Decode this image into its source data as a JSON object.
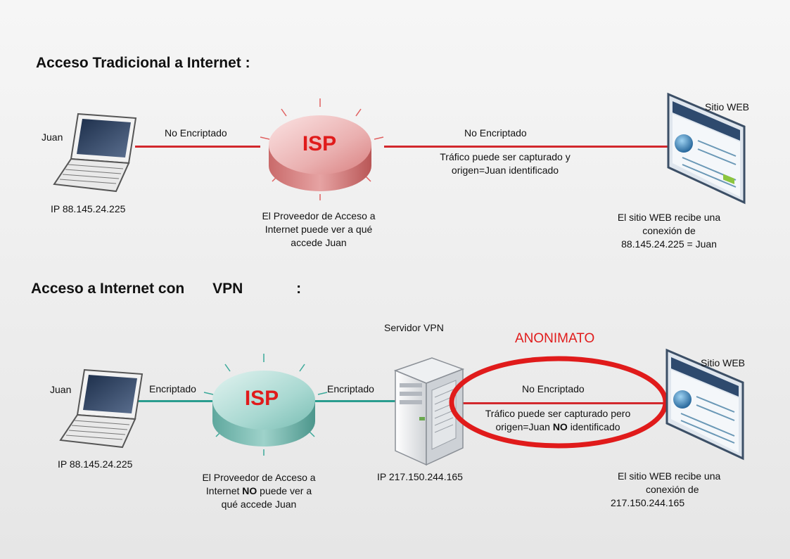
{
  "traditional": {
    "heading": "Acceso Tradicional a Internet :",
    "user_name": "Juan",
    "user_ip": "IP 88.145.24.225",
    "link1_label": "No Encriptado",
    "isp_label": "ISP",
    "isp_caption": [
      "El Proveedor de Acceso a",
      "Internet puede ver a qué",
      "accede Juan"
    ],
    "link2_label": "No Encriptado",
    "link2_note": [
      "Tráfico puede ser capturado y",
      "origen=Juan identificado"
    ],
    "web_label": "Sitio WEB",
    "web_caption": [
      "El sitio WEB recibe una",
      "conexión de",
      "88.145.24.225 = Juan"
    ]
  },
  "vpn": {
    "heading_part1": "Acceso a Internet con",
    "heading_part2": "VPN",
    "heading_part3": ":",
    "user_name": "Juan",
    "user_ip": "IP 88.145.24.225",
    "link1_label": "Encriptado",
    "isp_label": "ISP",
    "isp_caption_line1": "El Proveedor de Acceso a",
    "isp_caption_line2_a": "Internet ",
    "isp_caption_line2_b": "NO",
    "isp_caption_line2_c": " puede ver a",
    "isp_caption_line3": "qué accede Juan",
    "link2_label": "Encriptado",
    "server_label": "Servidor VPN",
    "server_ip": "IP 217.150.244.165",
    "anon_label": "ANONIMATO",
    "link3_label": "No Encriptado",
    "link3_note_line1": "Tráfico puede ser capturado pero",
    "link3_note_line2_a": "origen=Juan ",
    "link3_note_line2_b": "NO",
    "link3_note_line2_c": " identificado",
    "web_label": "Sitio WEB",
    "web_caption": [
      "El sitio WEB recibe una",
      "conexión de",
      "217.150.244.165"
    ]
  },
  "colors": {
    "unencrypted_link": "#d2282d",
    "encrypted_link": "#2a9d8f",
    "isp_traditional": "#e49a9a",
    "isp_vpn": "#8fc9c2",
    "anonymity_ring": "#e01b1b"
  },
  "icons": [
    "laptop-icon",
    "isp-router-icon",
    "vpn-server-icon",
    "website-icon"
  ]
}
